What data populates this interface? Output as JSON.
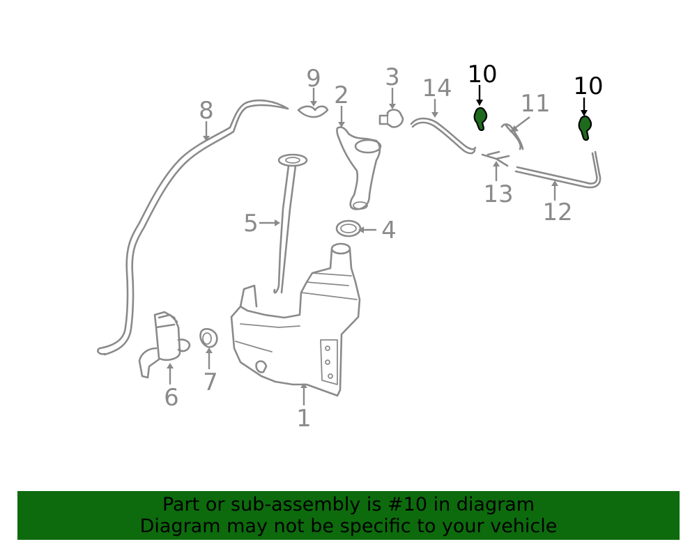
{
  "callouts": [
    "1",
    "2",
    "3",
    "4",
    "5",
    "6",
    "7",
    "8",
    "9",
    "10",
    "10",
    "11",
    "12",
    "13",
    "14"
  ],
  "highlighted_part": "10",
  "banner": {
    "line1": "Part or sub-assembly is #10 in diagram",
    "line2": "Diagram may not be specific to your vehicle"
  },
  "colors": {
    "banner_bg": "#0d6b0d",
    "highlight": "#1e6b1e",
    "part_stroke": "#8a8a8a"
  }
}
